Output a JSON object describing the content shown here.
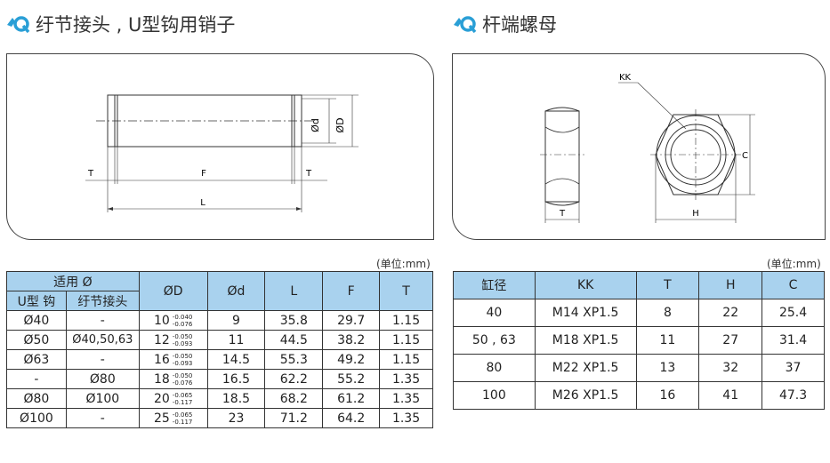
{
  "left": {
    "title": "纡节接头 , U型钩用销子",
    "unit": "(单位:mm)",
    "drawing": {
      "T_left": "T",
      "F": "F",
      "T_right": "T",
      "L": "L",
      "d": "Ød",
      "D": "ØD"
    },
    "header": {
      "group": "适用 Ø",
      "sub1": "U型 钩",
      "sub2": "纡节接头",
      "D": "ØD",
      "d": "Ød",
      "L": "L",
      "F": "F",
      "T": "T"
    },
    "rows": [
      {
        "u": "Ø40",
        "k": "-",
        "D": "10",
        "tu": "-0.040",
        "tl": "-0.076",
        "d": "9",
        "L": "35.8",
        "F": "29.7",
        "T": "1.15"
      },
      {
        "u": "Ø50",
        "k": "Ø40,50,63",
        "D": "12",
        "tu": "-0.050",
        "tl": "-0.093",
        "d": "11",
        "L": "44.5",
        "F": "38.2",
        "T": "1.15"
      },
      {
        "u": "Ø63",
        "k": "-",
        "D": "16",
        "tu": "-0.050",
        "tl": "-0.093",
        "d": "14.5",
        "L": "55.3",
        "F": "49.2",
        "T": "1.15"
      },
      {
        "u": "-",
        "k": "Ø80",
        "D": "18",
        "tu": "-0.050",
        "tl": "-0.076",
        "d": "16.5",
        "L": "62.2",
        "F": "55.2",
        "T": "1.35"
      },
      {
        "u": "Ø80",
        "k": "Ø100",
        "D": "20",
        "tu": "-0.065",
        "tl": "-0.117",
        "d": "18.5",
        "L": "68.2",
        "F": "61.2",
        "T": "1.35"
      },
      {
        "u": "Ø100",
        "k": "-",
        "D": "25",
        "tu": "-0.065",
        "tl": "-0.117",
        "d": "23",
        "L": "71.2",
        "F": "64.2",
        "T": "1.35"
      }
    ]
  },
  "right": {
    "title": "杆端螺母",
    "unit": "(单位:mm)",
    "drawing": {
      "KK": "KK",
      "T": "T",
      "H": "H",
      "C": "C"
    },
    "header": {
      "bore": "缸径",
      "KK": "KK",
      "T": "T",
      "H": "H",
      "C": "C"
    },
    "rows": [
      {
        "bore": "40",
        "KK": "M14 XP1.5",
        "T": "8",
        "H": "22",
        "C": "25.4"
      },
      {
        "bore": "50 , 63",
        "KK": "M18 XP1.5",
        "T": "11",
        "H": "27",
        "C": "31.4"
      },
      {
        "bore": "80",
        "KK": "M22 XP1.5",
        "T": "13",
        "H": "32",
        "C": "37"
      },
      {
        "bore": "100",
        "KK": "M26 XP1.5",
        "T": "16",
        "H": "41",
        "C": "47.3"
      }
    ]
  },
  "colors": {
    "accent": "#2a9fd6",
    "header_bg": "#a9d2ee"
  }
}
